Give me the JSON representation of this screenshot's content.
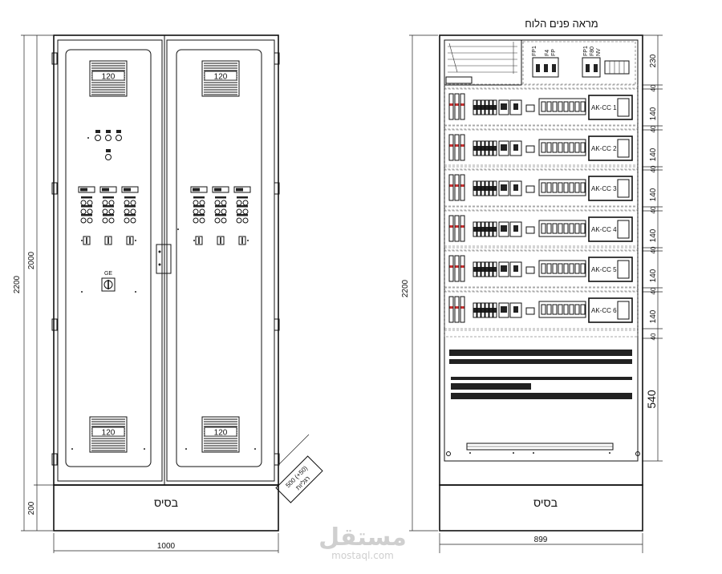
{
  "front": {
    "vent_labels": [
      "120",
      "120",
      "120",
      "120"
    ],
    "switch_label": "GE",
    "base_label": "בסיס",
    "dims": {
      "height_total": "2200",
      "height_cabinet": "2000",
      "height_base": "200",
      "width": "1000"
    },
    "plinth_note": [
      "500 (+50)",
      "רגליות"
    ]
  },
  "interior": {
    "title": "מראה פנים הלוח",
    "base_label": "בסיס",
    "top_labels": [
      "FP1",
      "F4",
      "FP",
      "FP1",
      "F80",
      "NV"
    ],
    "module_labels": [
      "AK-CC 1",
      "AK-CC 2",
      "AK-CC 3",
      "AK-CC 4",
      "AK-CC 5",
      "AK-CC 6"
    ],
    "dims": {
      "height_total": "2200",
      "top": "230",
      "row": "140",
      "gap": "40",
      "bottom": "540",
      "width": "899"
    }
  },
  "watermark": {
    "arabic": "مستقل",
    "latin": "mostaql.com"
  }
}
